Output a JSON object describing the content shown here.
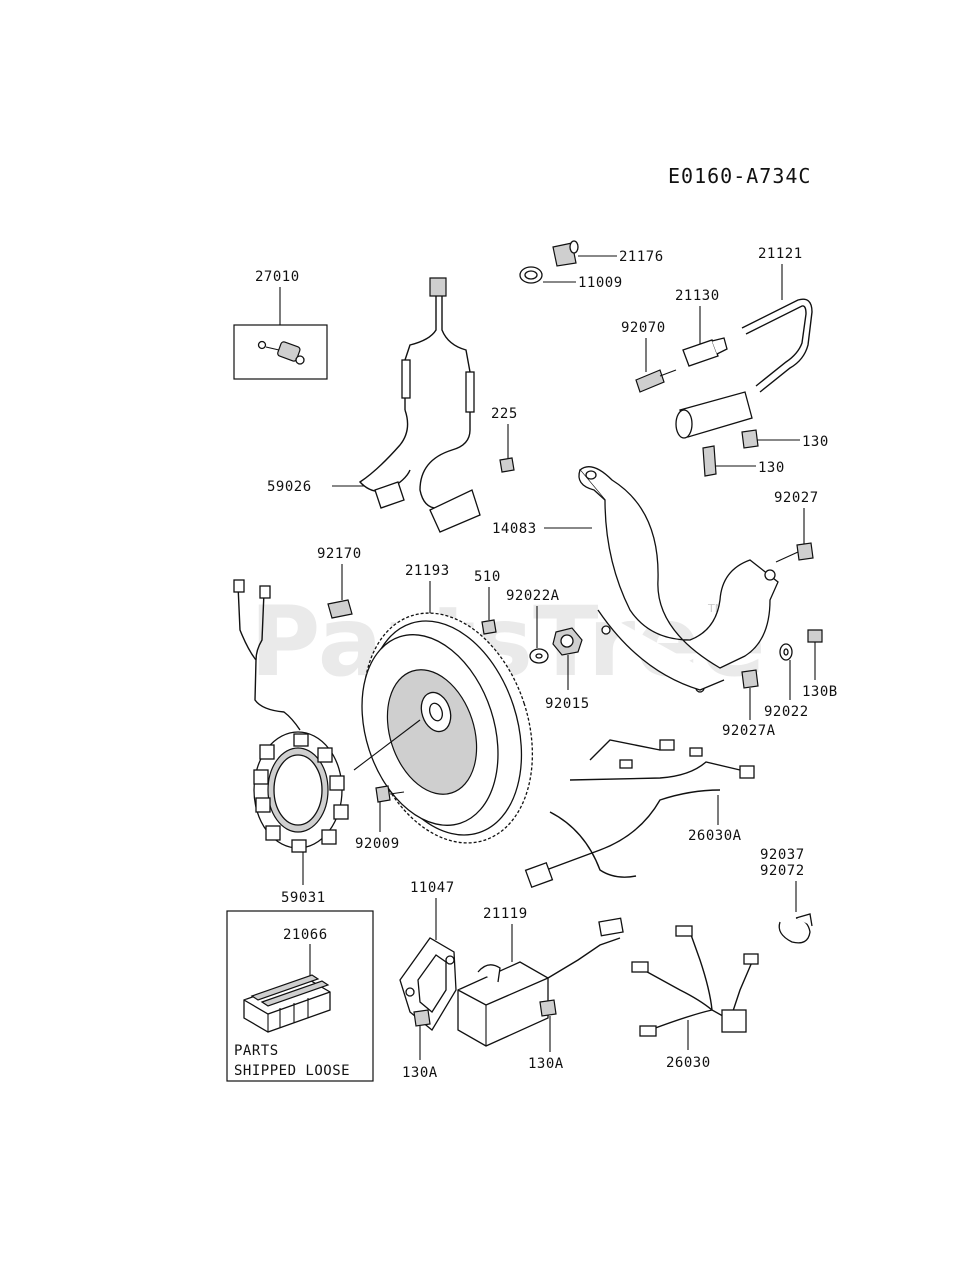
{
  "diagram_code": "E0160-A734C",
  "watermark": {
    "text": "PartsTree",
    "trademark": "TM"
  },
  "loose_parts_box": {
    "line1": "PARTS",
    "line2": "SHIPPED LOOSE"
  },
  "part_labels": {
    "p27010": "27010",
    "p21176": "21176",
    "p11009": "11009",
    "p21121": "21121",
    "p21130": "21130",
    "p92070": "92070",
    "p225": "225",
    "p59026": "59026",
    "p130a": "130",
    "p130b": "130",
    "p92027": "92027",
    "p14083": "14083",
    "p92170": "92170",
    "p21193": "21193",
    "p510": "510",
    "p92022A": "92022A",
    "p92015": "92015",
    "p130B": "130B",
    "p92022": "92022",
    "p92027A": "92027A",
    "p92009": "92009",
    "p26030A": "26030A",
    "p59031": "59031",
    "p92037": "92037",
    "p92072": "92072",
    "p11047": "11047",
    "p21119": "21119",
    "p21066": "21066",
    "p130A_1": "130A",
    "p130A_2": "130A",
    "p26030": "26030"
  }
}
